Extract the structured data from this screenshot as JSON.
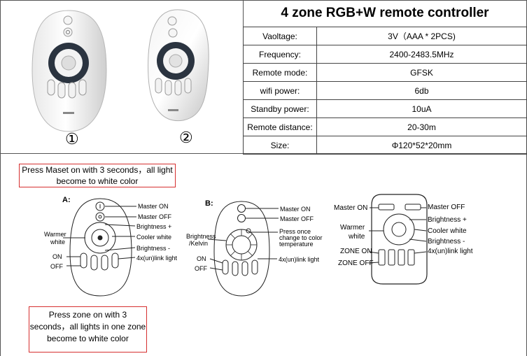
{
  "specs": {
    "title": "4 zone RGB+W remote controller",
    "rows": [
      {
        "label": "Vaoltage:",
        "value": "3V（AAA * 2PCS)"
      },
      {
        "label": "Frequency:",
        "value": "2400-2483.5MHz"
      },
      {
        "label": "Remote mode:",
        "value": "GFSK"
      },
      {
        "label": "wifi power:",
        "value": "6db"
      },
      {
        "label": "Standby power:",
        "value": "10uA"
      },
      {
        "label": "Remote distance:",
        "value": "20-30m"
      },
      {
        "label": "Size:",
        "value": "Φ120*52*20mm"
      }
    ]
  },
  "photos": {
    "label_1": "①",
    "label_2": "②"
  },
  "notes": {
    "master_on": "Press Maset on with 3 seconds，all light become to white color",
    "zone_on": "Press zone on with 3 seconds，all lights in one zone become to white color"
  },
  "diagram_a": {
    "letter": "A:",
    "master_on": "Master ON",
    "master_off": "Master OFF",
    "brightness_plus": "Brightness +",
    "cooler_white": "Cooler white",
    "brightness_minus": "Brightness -",
    "link_light": "4x(un)link light",
    "warmer_white_1": "Warmer",
    "warmer_white_2": "white",
    "on": "ON",
    "off": "OFF"
  },
  "diagram_b": {
    "letter": "B:",
    "master_on": "Master ON",
    "master_off": "Master OFF",
    "press_once_1": "Press once",
    "press_once_2": "change to color",
    "press_once_3": "temperature",
    "brightness_1": "Brightness",
    "brightness_2": "/Kelvin",
    "link_light": "4x(un)link light",
    "on": "ON",
    "off": "OFF"
  },
  "diagram_c": {
    "master_on": "Master ON",
    "master_off": "Master OFF",
    "brightness_plus": "Brightness +",
    "cooler_white": "Cooler white",
    "brightness_minus": "Brightness -",
    "link_light": "4x(un)link light",
    "warmer_white_1": "Warmer",
    "warmer_white_2": "white",
    "zone_on": "ZONE ON",
    "zone_off": "ZONE OFF"
  },
  "colors": {
    "note_border": "#d63030",
    "grid_line": "#444444",
    "ring_dark": "#2b3440"
  }
}
